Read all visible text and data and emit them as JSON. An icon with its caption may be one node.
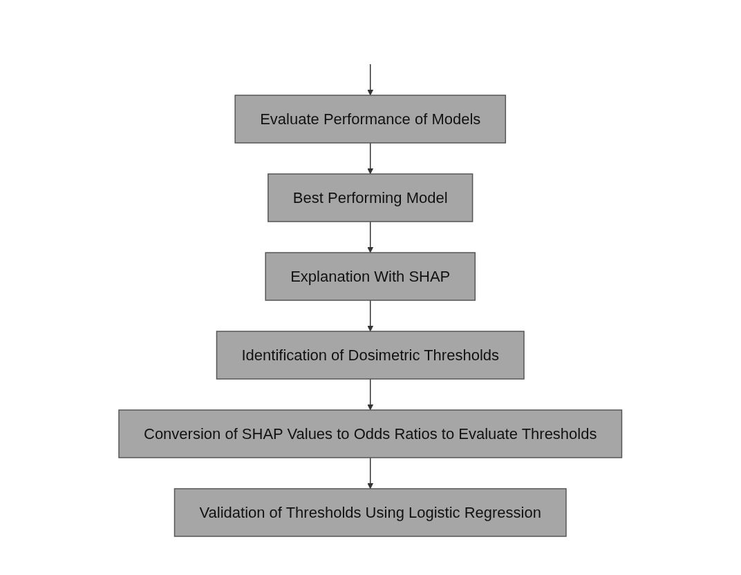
{
  "diagram": {
    "nodes": [
      {
        "text": [
          "Evaluate Performance of Models"
        ]
      },
      {
        "text": [
          "Best Performing Model"
        ]
      },
      {
        "text": [
          "Explanation With SHAP"
        ]
      },
      {
        "text": [
          "Identification of Dosimetric Thresholds"
        ]
      },
      {
        "text": [
          "Conversion of SHAP Values to Odds Ratios to Evaluate Thresholds"
        ]
      },
      {
        "text": [
          "Validation of Thresholds Using Logistic Regression"
        ]
      }
    ],
    "edges": [
      {
        "from": null,
        "to": 0,
        "arrow": "to"
      },
      {
        "from": 0,
        "to": 1,
        "arrow": "to"
      },
      {
        "from": 1,
        "to": 2,
        "arrow": "to"
      },
      {
        "from": 2,
        "to": 3,
        "arrow": "to"
      },
      {
        "from": 3,
        "to": 4,
        "arrow": "to"
      },
      {
        "from": 4,
        "to": 5,
        "arrow": "to"
      }
    ]
  }
}
